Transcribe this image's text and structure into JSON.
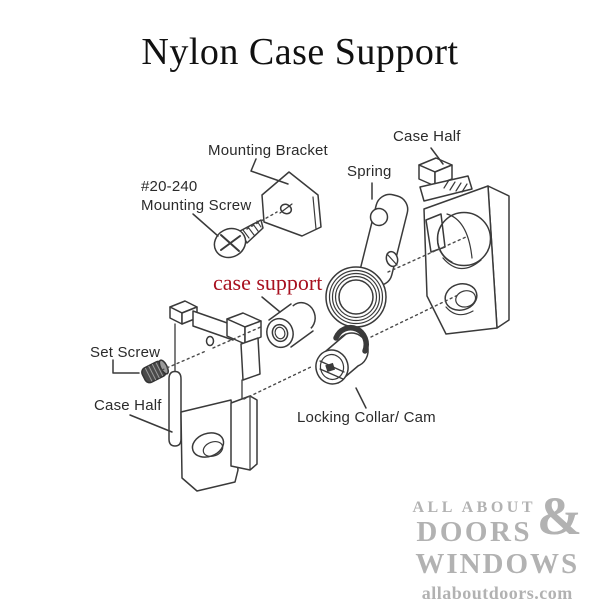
{
  "title": "Nylon Case Support",
  "diagram": {
    "labels": {
      "mounting_bracket": "Mounting Bracket",
      "mounting_screw_line1": "#20-240",
      "mounting_screw_line2": "Mounting Screw",
      "spring": "Spring",
      "case_half_right": "Case Half",
      "case_support": "case support",
      "set_screw": "Set Screw",
      "case_half_left": "Case Half",
      "locking_collar": "Locking Collar/ Cam"
    },
    "colors": {
      "line": "#3a3a3a",
      "label": "#2b2b2b",
      "highlight": "#a8101f"
    }
  },
  "watermark": {
    "line1": "ALL ABOUT",
    "line2": "DOORS",
    "ampersand": "&",
    "line3": "WINDOWS",
    "line4": "allaboutdoors.com",
    "color": "#b2b2b2"
  }
}
